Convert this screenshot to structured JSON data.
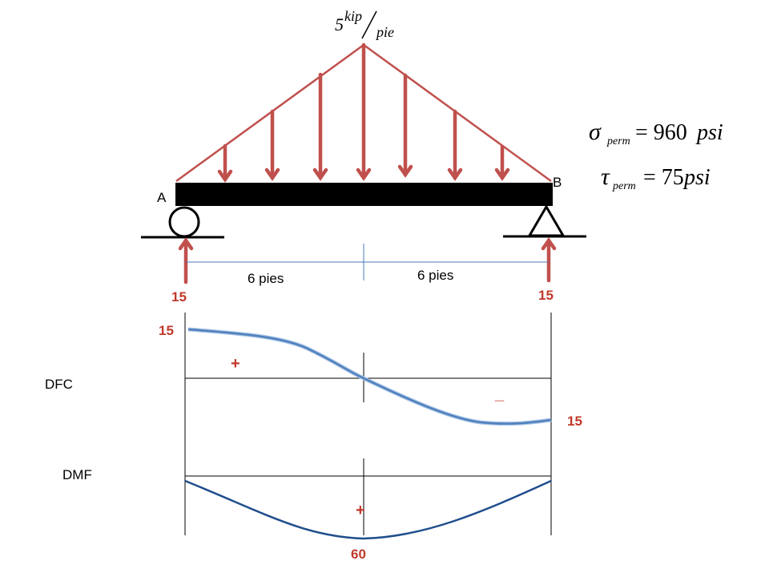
{
  "load": {
    "magnitude": "5",
    "unit_num": "kip",
    "unit_den": "pie"
  },
  "supports": {
    "left_label": "A",
    "right_label": "B",
    "left_reaction": "15",
    "right_reaction": "15"
  },
  "spans": {
    "left": "6 pies",
    "right": "6 pies"
  },
  "formulas": {
    "sigma_symbol": "σ",
    "sigma_sub": "perm",
    "sigma_value": "= 960",
    "sigma_unit": "psi",
    "tau_symbol": "τ",
    "tau_sub": "perm",
    "tau_value": "= 75",
    "tau_unit": "psi"
  },
  "dfc": {
    "label": "DFC",
    "left_value": "15",
    "right_value": "15",
    "positive_sign": "+",
    "negative_sign": "_"
  },
  "dmf": {
    "label": "DMF",
    "max_value": "60",
    "positive_sign": "+"
  },
  "colors": {
    "load_arrow": "#c0504d",
    "reaction_arrow": "#c0504d",
    "shear_curve": "#4f81bd",
    "moment_curve": "#1f4e8c",
    "dim_line": "#4a7ab8"
  }
}
